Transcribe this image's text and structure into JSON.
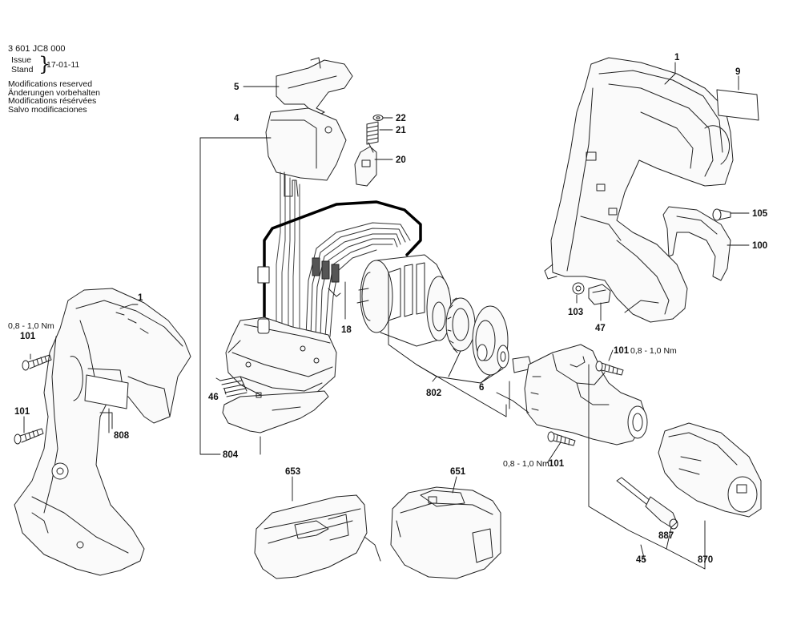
{
  "header": {
    "doc_number": "3 601 JC8 000",
    "issue_label": "Issue",
    "stand_label": "Stand",
    "date": "17-01-11",
    "modifications": [
      "Modifications reserved",
      "Änderungen vorbehalten",
      "Modifications résérvées",
      "Salvo modificaciones"
    ]
  },
  "callouts": {
    "c1_right": "1",
    "c9": "9",
    "c105": "105",
    "c100": "100",
    "c103": "103",
    "c47": "47",
    "c5": "5",
    "c4": "4",
    "c22": "22",
    "c21": "21",
    "c20": "20",
    "c18": "18",
    "c802": "802",
    "c6": "6",
    "c46": "46",
    "c804": "804",
    "c1_left": "1",
    "c101_top_left": "101",
    "c101_bottom_left": "101",
    "c808": "808",
    "c101_right_top": "101",
    "c101_right_bottom": "101",
    "c653": "653",
    "c651": "651",
    "c887": "887",
    "c45": "45",
    "c870": "870"
  },
  "torque": {
    "left_top": "0,8 - 1,0 Nm",
    "right_top": "0,8 - 1,0 Nm",
    "right_bottom": "0,8 - 1,0 Nm"
  }
}
